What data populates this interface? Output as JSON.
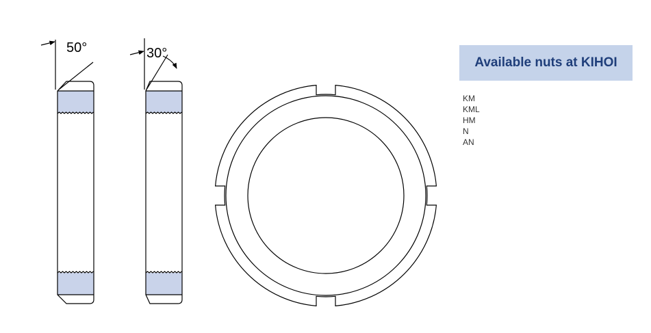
{
  "drawing": {
    "angles": [
      "50°",
      "30°"
    ],
    "colors": {
      "line": "#000000",
      "thread_fill": "#c9d3ea"
    },
    "views": [
      "side-view-50-degree-chamfer",
      "side-view-30-degree-chamfer",
      "front-view-slotted-ring"
    ]
  },
  "panel": {
    "title": "Available nuts at KIHOI",
    "background": "#c5d3ea",
    "title_color": "#1f3e7a"
  },
  "nut_types": [
    "KM",
    "KML",
    "HM",
    "N",
    "AN"
  ]
}
